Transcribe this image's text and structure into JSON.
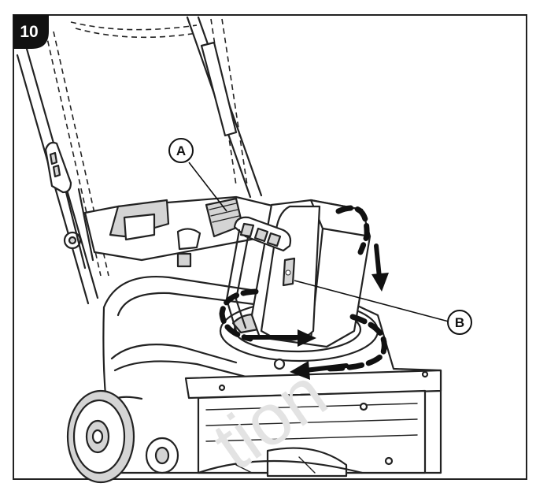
{
  "step": {
    "number": "10"
  },
  "callouts": [
    {
      "id": "A",
      "label": "A"
    },
    {
      "id": "B",
      "label": "B"
    }
  ],
  "watermark": {
    "text": "tion"
  },
  "colors": {
    "ink": "#222222",
    "badge": "#111111",
    "background": "#ffffff",
    "watermark": "#e3e3e3"
  }
}
